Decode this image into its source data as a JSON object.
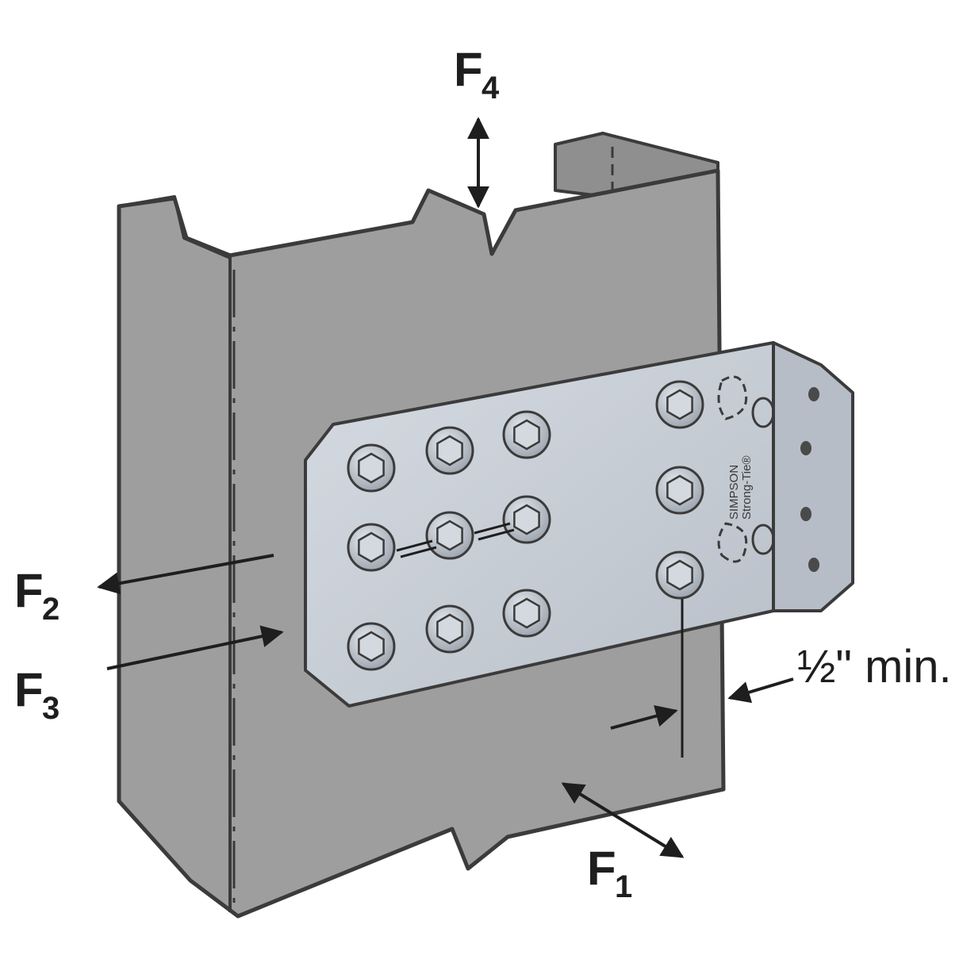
{
  "labels": {
    "f4": {
      "letter": "F",
      "sub": "4"
    },
    "f2": {
      "letter": "F",
      "sub": "2"
    },
    "f3": {
      "letter": "F",
      "sub": "3"
    },
    "f1": {
      "letter": "F",
      "sub": "1"
    }
  },
  "dimension": "½\" min.",
  "brand": {
    "line1": "SIMPSON",
    "line2": "Strong-Tie®"
  },
  "colors": {
    "stud": "#9e9e9e",
    "stud_edge": "#3b3b3b",
    "plate": "#c8ced6",
    "plate_edge": "#3b3b3b",
    "bolt": "#c2c8d0",
    "ink": "#1e1e1e"
  }
}
